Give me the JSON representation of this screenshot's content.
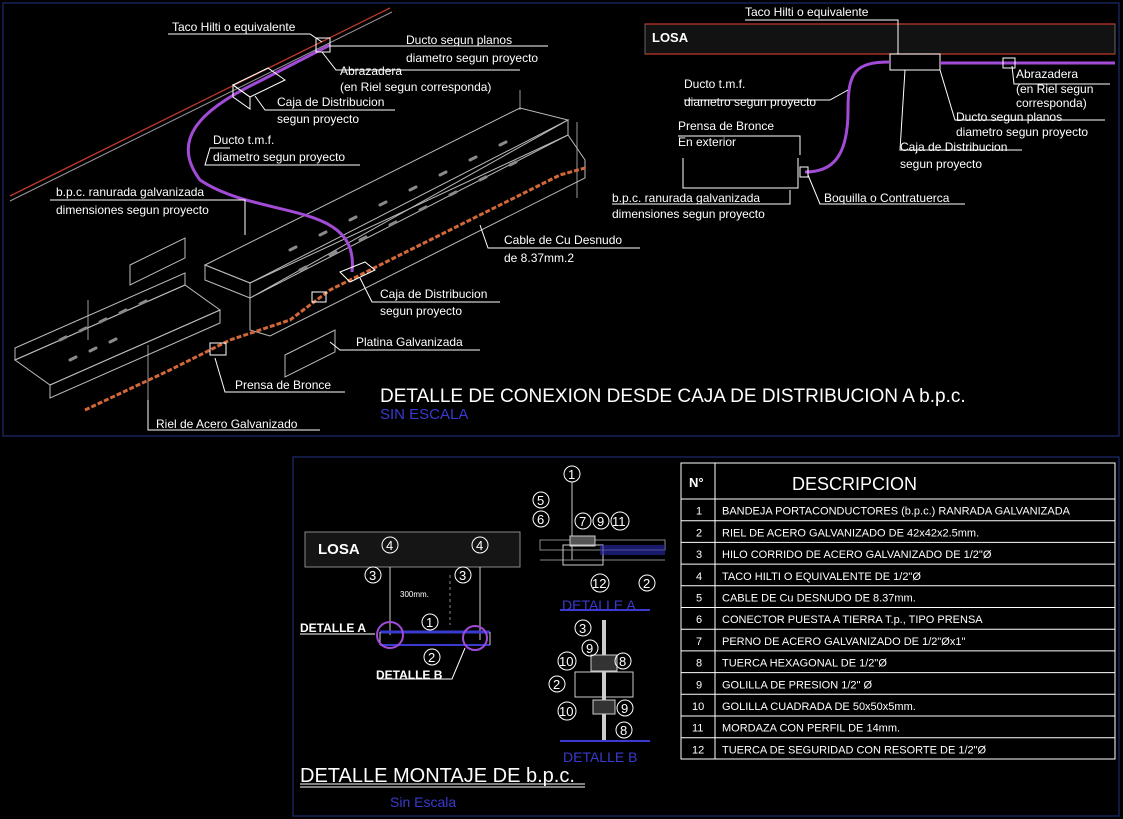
{
  "top_left": {
    "labels": {
      "taco": "Taco Hilti o equivalente",
      "ducto_planos_1": "Ducto segun planos",
      "ducto_planos_2": "diametro segun proyecto",
      "abraz_1": "Abrazadera",
      "abraz_2": "(en Riel segun corresponda)",
      "caja_top_1": "Caja de Distribucion",
      "caja_top_2": "segun proyecto",
      "ducto_tmf_1": "Ducto t.m.f.",
      "ducto_tmf_2": "diametro segun proyecto",
      "bpc_1": "b.p.c. ranurada galvanizada",
      "bpc_2": "dimensiones segun proyecto",
      "cable_1": "Cable de Cu Desnudo",
      "cable_2": "de 8.37mm.2",
      "caja_bot_1": "Caja de Distribucion",
      "caja_bot_2": "segun proyecto",
      "platina": "Platina Galvanizada",
      "prensa": "Prensa de Bronce",
      "riel": "Riel de Acero Galvanizado"
    },
    "title": "DETALLE DE CONEXION DESDE CAJA DE DISTRIBUCION A b.p.c.",
    "subtitle": "SIN ESCALA"
  },
  "top_right": {
    "losa": "LOSA",
    "labels": {
      "taco": "Taco Hilti o equivalente",
      "abraz_1": "Abrazadera",
      "abraz_2": "(en Riel segun",
      "abraz_3": "corresponda)",
      "ducto_planos_1": "Ducto segun planos",
      "ducto_planos_2": "diametro segun proyecto",
      "ducto_tmf_1": "Ducto t.m.f.",
      "ducto_tmf_2": "diametro segun proyecto",
      "prensa_1": "Prensa de Bronce",
      "prensa_2": "En exterior",
      "caja_1": "Caja de Distribucion",
      "caja_2": "segun proyecto",
      "bpc_1": "b.p.c. ranurada galvanizada",
      "bpc_2": "dimensiones segun proyecto",
      "boquilla": "Boquilla o Contratuerca"
    }
  },
  "bottom": {
    "losa": "LOSA",
    "dim": "300mm.",
    "detalle_a": "DETALLE A",
    "detalle_b": "DETALLE B",
    "detalle_a_title": "DETALLE  A",
    "detalle_b_title": "DETALLE  B",
    "title": "DETALLE MONTAJE DE b.p.c.",
    "subtitle": "Sin Escala",
    "n": [
      "1",
      "2",
      "3",
      "4",
      "5",
      "6",
      "7",
      "8",
      "9",
      "10",
      "11",
      "12"
    ],
    "table": {
      "header_n": "N°",
      "header_desc": "DESCRIPCION",
      "rows": [
        {
          "n": "1",
          "desc": "BANDEJA PORTACONDUCTORES (b.p.c.) RANRADA GALVANIZADA"
        },
        {
          "n": "2",
          "desc": "RIEL DE ACERO GALVANIZADO DE 42x42x2.5mm."
        },
        {
          "n": "3",
          "desc": "HILO CORRIDO DE ACERO GALVANIZADO DE 1/2\"Ø"
        },
        {
          "n": "4",
          "desc": "TACO HILTI O EQUIVALENTE DE 1/2\"Ø"
        },
        {
          "n": "5",
          "desc": "CABLE DE Cu DESNUDO DE 8.37mm."
        },
        {
          "n": "6",
          "desc": "CONECTOR PUESTA A TIERRA T.p., TIPO PRENSA"
        },
        {
          "n": "7",
          "desc": "PERNO DE ACERO GALVANIZADO DE 1/2\"Øx1\""
        },
        {
          "n": "8",
          "desc": "TUERCA HEXAGONAL DE 1/2\"Ø"
        },
        {
          "n": "9",
          "desc": "GOLILLA DE PRESION 1/2\" Ø"
        },
        {
          "n": "10",
          "desc": "GOLILLA CUADRADA DE 50x50x5mm."
        },
        {
          "n": "11",
          "desc": "MORDAZA CON PERFIL DE 14mm."
        },
        {
          "n": "12",
          "desc": "TUERCA DE SEGURIDAD CON RESORTE DE 1/2\"Ø"
        }
      ]
    }
  },
  "colors": {
    "background": "#000000",
    "panel_border": "#1c2c6e",
    "conduit": "#a24bd6",
    "cable": "#d2683a",
    "slab_line": "#c0392b",
    "subtitle": "#3a3ad0"
  }
}
